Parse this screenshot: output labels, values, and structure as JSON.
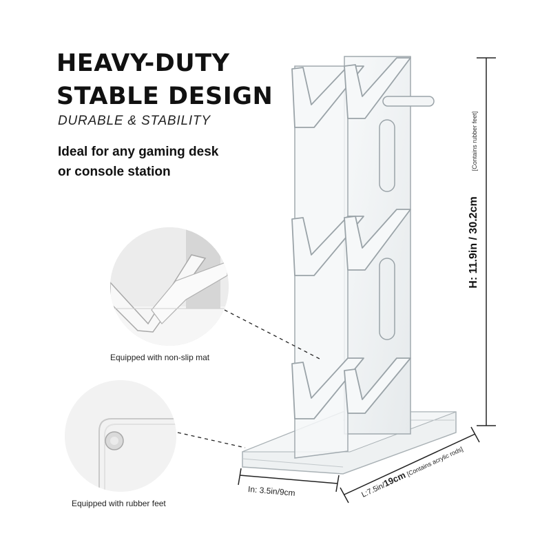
{
  "headline": {
    "line1": "HEAVY-DUTY",
    "line2": "STABLE DESIGN"
  },
  "tagline": "DURABLE & STABILITY",
  "description": {
    "line1": "Ideal for any gaming desk",
    "line2": "or console station"
  },
  "callouts": [
    {
      "caption": "Equipped with non-slip mat"
    },
    {
      "caption": "Equipped with rubber feet"
    }
  ],
  "dimensions": {
    "height": "H: 11.9in / 30.2cm",
    "height_note": "[Contains rubber feet]",
    "width": "In: 3.5in/9cm",
    "length_prefix": "L:7.5in/",
    "length_value": "19cm",
    "length_note": "[Contains acrylic rods]"
  },
  "colors": {
    "text": "#111111",
    "acrylic_edge": "#9aa3a8",
    "circle_bg": "#e8e8e8"
  }
}
